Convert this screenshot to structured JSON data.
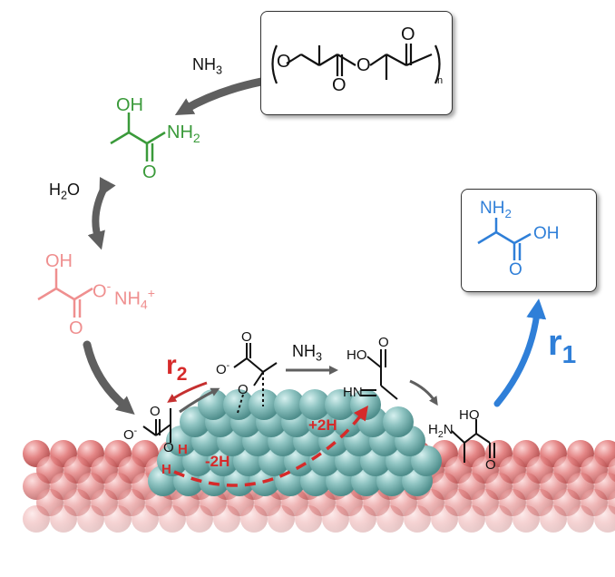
{
  "labels": {
    "nh3_top": "NH",
    "nh3_top_sub": "3",
    "h2o": "H",
    "h2o_sub": "2",
    "h2o_tail": "O",
    "nh3_mid": "NH",
    "nh3_mid_sub": "3",
    "r1": "r",
    "r1_sub": "1",
    "r2": "r",
    "r2_sub": "2",
    "minus2h": "-2H",
    "plus2h": "+2H",
    "n_sub": "n"
  },
  "lactamide": {
    "oh": "OH",
    "nh2": "NH",
    "nh2_sub": "2",
    "o": "O"
  },
  "ammonium_lactate": {
    "oh": "OH",
    "o_minus": "O",
    "minus": "-",
    "nh4": "NH",
    "nh4_sub": "4",
    "plus": "+",
    "o": "O"
  },
  "alanine": {
    "nh2": "NH",
    "nh2_sub": "2",
    "oh": "OH",
    "o": "O"
  },
  "polymer": {
    "o1": "O",
    "o2": "O",
    "o3": "O",
    "o4": "O"
  },
  "surface": {
    "lactate_o_minus": "O",
    "lactate_minus": "-",
    "lactate_o": "O",
    "lactate_o2": "O",
    "lactate_h1": "H",
    "lactate_h2": "H",
    "alkoxide_o_minus": "O",
    "alkoxide_minus": "-",
    "alkoxide_o": "O",
    "alkoxide_o2": "O",
    "imine_ho": "HO",
    "imine_hn": "HN",
    "imine_o": "O",
    "ala_ho": "HO",
    "ala_h2n": "H",
    "ala_h2n_sub": "2",
    "ala_n": "N",
    "ala_o": "O"
  },
  "colors": {
    "green": "#3a9a3a",
    "pink": "#ef8f8f",
    "blue": "#2f7fd8",
    "red": "#d62a2a",
    "arrow_gray": "#5f5f5f",
    "catalyst": "#7fb7b5",
    "support": "#e07878"
  }
}
